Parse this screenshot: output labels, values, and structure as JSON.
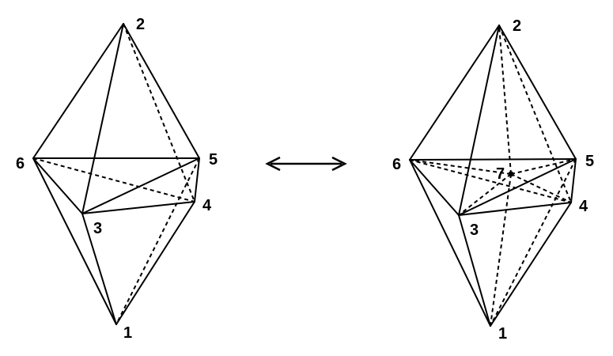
{
  "diagram": {
    "left": {
      "labels": {
        "v1": "1",
        "v2": "2",
        "v3": "3",
        "v4": "4",
        "v5": "5",
        "v6": "6"
      }
    },
    "right": {
      "labels": {
        "v1": "1",
        "v2": "2",
        "v3": "3",
        "v4": "4",
        "v5": "5",
        "v6": "6",
        "v7": "7"
      }
    },
    "relation": "bidirectional-arrow"
  }
}
